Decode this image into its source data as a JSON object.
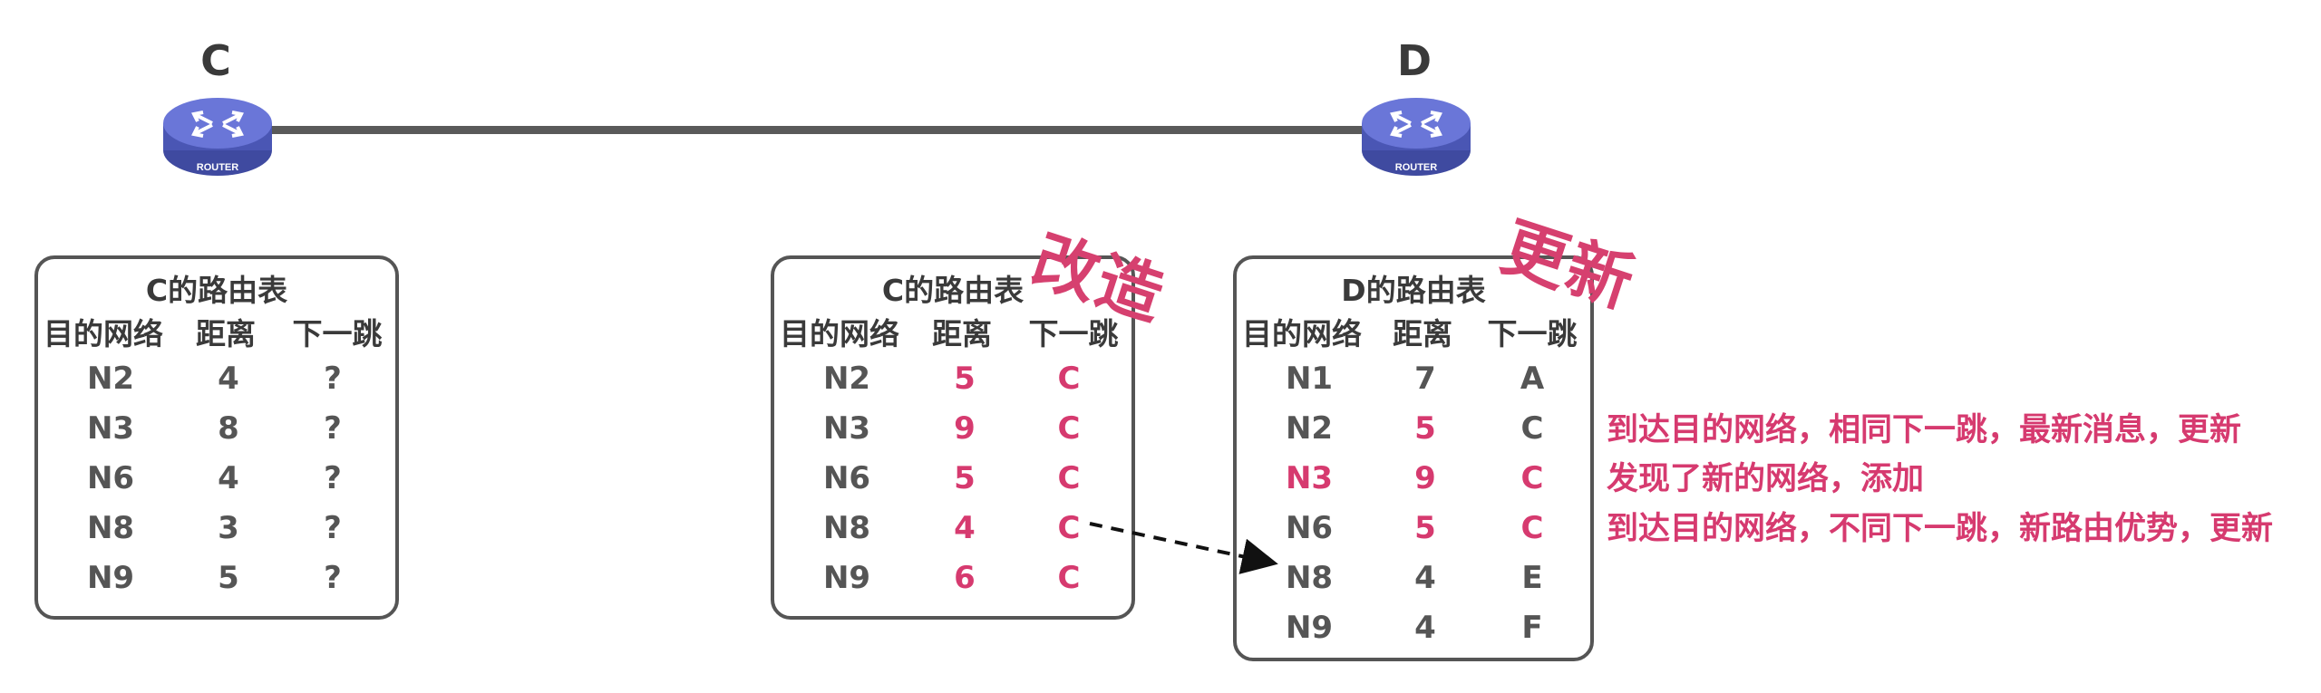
{
  "nodes": {
    "c": {
      "label": "C",
      "router_text": "ROUTER"
    },
    "d": {
      "label": "D",
      "router_text": "ROUTER"
    }
  },
  "tables": {
    "c_original": {
      "title": "C的路由表",
      "headers": [
        "目的网络",
        "距离",
        "下一跳"
      ],
      "rows": [
        {
          "network": "N2",
          "distance": "4",
          "next_hop": "?"
        },
        {
          "network": "N3",
          "distance": "8",
          "next_hop": "?"
        },
        {
          "network": "N6",
          "distance": "4",
          "next_hop": "?"
        },
        {
          "network": "N8",
          "distance": "3",
          "next_hop": "?"
        },
        {
          "network": "N9",
          "distance": "5",
          "next_hop": "?"
        }
      ]
    },
    "c_modified": {
      "title": "C的路由表",
      "headers": [
        "目的网络",
        "距离",
        "下一跳"
      ],
      "rows": [
        {
          "network": "N2",
          "distance": "5",
          "next_hop": "C"
        },
        {
          "network": "N3",
          "distance": "9",
          "next_hop": "C"
        },
        {
          "network": "N6",
          "distance": "5",
          "next_hop": "C"
        },
        {
          "network": "N8",
          "distance": "4",
          "next_hop": "C"
        },
        {
          "network": "N9",
          "distance": "6",
          "next_hop": "C"
        }
      ]
    },
    "d_table": {
      "title": "D的路由表",
      "headers": [
        "目的网络",
        "距离",
        "下一跳"
      ],
      "rows": [
        {
          "network": "N1",
          "distance": "7",
          "next_hop": "A"
        },
        {
          "network": "N2",
          "distance": "5",
          "next_hop": "C"
        },
        {
          "network": "N3",
          "distance": "9",
          "next_hop": "C"
        },
        {
          "network": "N6",
          "distance": "5",
          "next_hop": "C"
        },
        {
          "network": "N8",
          "distance": "4",
          "next_hop": "E"
        },
        {
          "network": "N9",
          "distance": "4",
          "next_hop": "F"
        }
      ]
    }
  },
  "stamps": {
    "modify": "改造",
    "update": "更新"
  },
  "notes": {
    "n2": "到达目的网络，相同下一跳，最新消息，更新",
    "n3": "发现了新的网络，添加",
    "n6": "到达目的网络，不同下一跳，新路由优势，更新"
  },
  "colors": {
    "highlight": "#d63a6f",
    "text": "#555555",
    "border": "#555555",
    "router": "#5a66c4"
  }
}
